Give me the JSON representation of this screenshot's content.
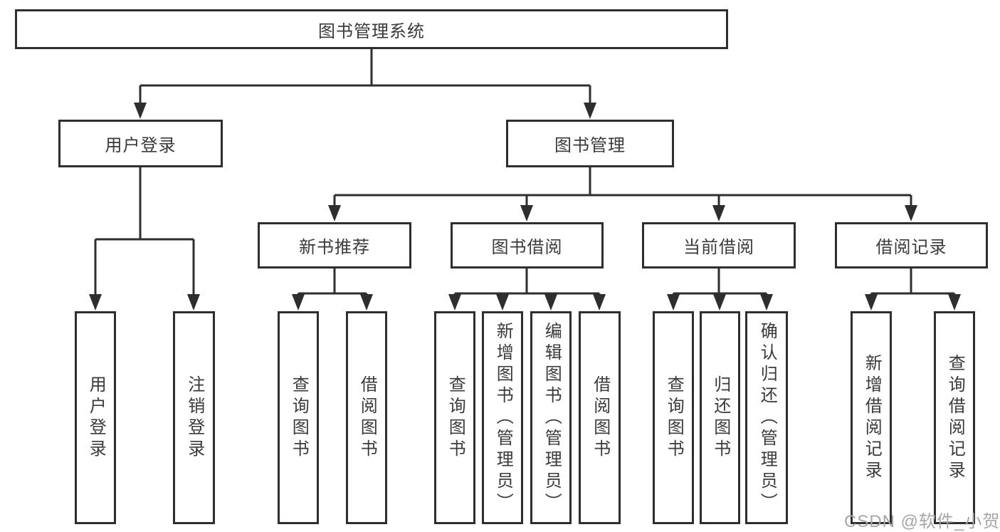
{
  "tree": {
    "root": "图书管理系统",
    "children": [
      {
        "label": "用户登录",
        "children": [
          "用户登录",
          "注销登录"
        ]
      },
      {
        "label": "图书管理",
        "children": [
          {
            "label": "新书推荐",
            "children": [
              "查询图书",
              "借阅图书"
            ]
          },
          {
            "label": "图书借阅",
            "children": [
              "查询图书",
              "新增图书（管理员）",
              "编辑图书（管理员）",
              "借阅图书"
            ]
          },
          {
            "label": "当前借阅",
            "children": [
              "查询图书",
              "归还图书",
              "确认归还（管理员）"
            ]
          },
          {
            "label": "借阅记录",
            "children": [
              "新增借阅记录",
              "查询借阅记录"
            ]
          }
        ]
      }
    ]
  },
  "watermark": {
    "text": "CSDN @软件_小贺同学"
  },
  "colors": {
    "line": "#2e2e2e",
    "box_border": "#2e2e2e",
    "text": "#3a3a3a",
    "background": "#ffffff",
    "watermark": "#a6a6a6"
  }
}
